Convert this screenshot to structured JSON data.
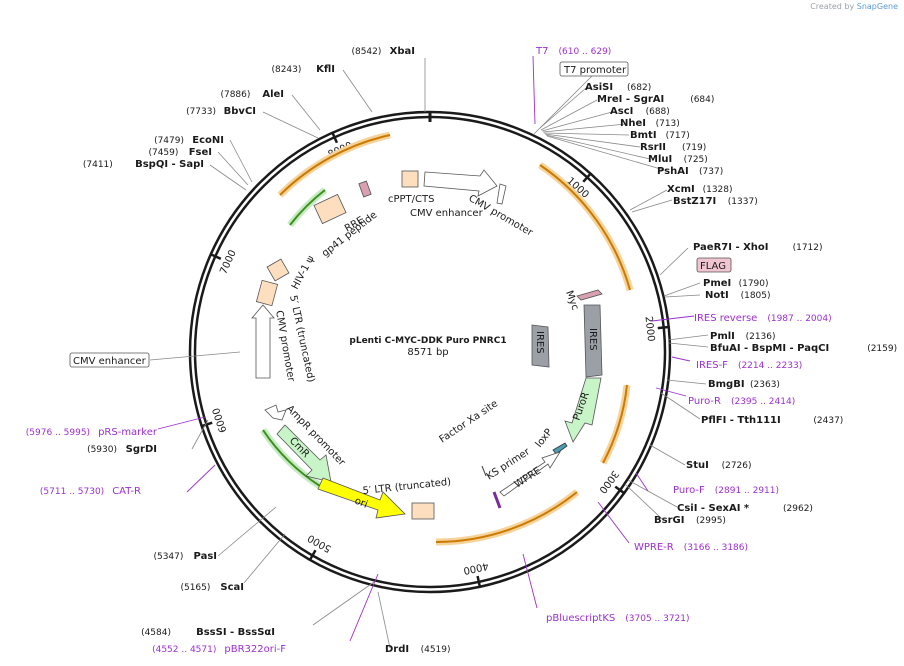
{
  "branding": {
    "created_by": "Created by",
    "product": "SnapGene"
  },
  "plasmid": {
    "name": "pLenti C-MYC-DDK Puro PNRC1",
    "length_label": "8571 bp",
    "length": 8571
  },
  "colors": {
    "primer": "#9b30d0",
    "feature_arrow": "#cc7a00",
    "feature_arrow_glow": "#f6d39a",
    "green_arrow": "#3c8f1c",
    "green_glow": "#c6eac1",
    "ampr": "#c8f5c8",
    "ori": "#ffff00",
    "ltr": "#fddfc0",
    "grey_box": "#9aa0a6",
    "flag_box": "#f0c4d0"
  },
  "ticks": [
    {
      "pos": 1000,
      "label": "1000"
    },
    {
      "pos": 2000,
      "label": "2000"
    },
    {
      "pos": 3000,
      "label": "3000"
    },
    {
      "pos": 4000,
      "label": "4000"
    },
    {
      "pos": 5000,
      "label": "5000"
    },
    {
      "pos": 6000,
      "label": "6000"
    },
    {
      "pos": 7000,
      "label": "7000"
    },
    {
      "pos": 8000,
      "label": "8000"
    }
  ],
  "enzymes": [
    {
      "name": "XbaI",
      "pos": "(8542)",
      "side": "top"
    },
    {
      "name": "KflI",
      "pos": "(8243)"
    },
    {
      "name": "AleI",
      "pos": "(7886)"
    },
    {
      "name": "BbvCI",
      "pos": "(7733)"
    },
    {
      "name": "EcoNI",
      "pos": "(7479)"
    },
    {
      "name": "FseI",
      "pos": "(7459)"
    },
    {
      "name": "BspQI  - SapI",
      "pos": "(7411)"
    },
    {
      "name": "AsiSI",
      "pos": "(682)"
    },
    {
      "name": "MreI  - SgrAI",
      "pos": "(684)"
    },
    {
      "name": "AscI",
      "pos": "(688)"
    },
    {
      "name": "NheI",
      "pos": "(713)"
    },
    {
      "name": "BmtI",
      "pos": "(717)"
    },
    {
      "name": "RsrII",
      "pos": "(719)"
    },
    {
      "name": "MluI",
      "pos": "(725)"
    },
    {
      "name": "PshAI",
      "pos": "(737)"
    },
    {
      "name": "XcmI",
      "pos": "(1328)"
    },
    {
      "name": "BstZ17I",
      "pos": "(1337)"
    },
    {
      "name": "PaeR7I  - XhoI",
      "pos": "(1712)"
    },
    {
      "name": "PmeI",
      "pos": "(1790)"
    },
    {
      "name": "NotI",
      "pos": "(1805)"
    },
    {
      "name": "PmlI",
      "pos": "(2136)"
    },
    {
      "name": "BfuAI  - BspMI  - PaqCI",
      "pos": "(2159)"
    },
    {
      "name": "BmgBI",
      "pos": "(2363)"
    },
    {
      "name": "PflFI  - Tth111I",
      "pos": "(2437)"
    },
    {
      "name": "StuI",
      "pos": "(2726)"
    },
    {
      "name": "CsiI  - SexAI *",
      "pos": "(2962)"
    },
    {
      "name": "BsrGI",
      "pos": "(2995)"
    },
    {
      "name": "SgrDI",
      "pos": "(5930)"
    },
    {
      "name": "PasI",
      "pos": "(5347)"
    },
    {
      "name": "ScaI",
      "pos": "(5165)"
    },
    {
      "name": "BssSI  - BssSαI",
      "pos": "(4584)"
    },
    {
      "name": "DrdI",
      "pos": "(4519)"
    }
  ],
  "primers": [
    {
      "name": "T7",
      "range": "(610 .. 629)"
    },
    {
      "name": "IRES reverse",
      "range": "(1987 .. 2004)"
    },
    {
      "name": "IRES-F",
      "range": "(2214 .. 2233)"
    },
    {
      "name": "Puro-R",
      "range": "(2395 .. 2414)"
    },
    {
      "name": "Puro-F",
      "range": "(2891 .. 2911)"
    },
    {
      "name": "WPRE-R",
      "range": "(3166 .. 3186)"
    },
    {
      "name": "pBluescriptKS",
      "range": "(3705 .. 3721)"
    },
    {
      "name": "pBR322ori-F",
      "range": "(4552 .. 4571)"
    },
    {
      "name": "CAT-R",
      "range": "(5711 .. 5730)"
    },
    {
      "name": "pRS-marker",
      "range": "(5976 .. 5995)"
    }
  ],
  "boxed_labels": {
    "t7_promoter": "T7 promoter",
    "flag": "FLAG",
    "cmv_enhancer_outer": "CMV enhancer"
  },
  "features": {
    "cppt": "cPPT/CTS",
    "cmv_enhancer": "CMV enhancer",
    "cmv_promoter": "CMV promoter",
    "rre": "RRE",
    "gp41": "gp41 peptide",
    "hiv_psi": "HIV-1 ψ",
    "ltr5_trunc": "5′ LTR (truncated)",
    "cmv_promoter_inner": "CMV promoter",
    "ampr_promoter": "AmpR promoter",
    "cmr": "CmR",
    "ori": "ori",
    "ltr5_trunc_bottom": "5′ LTR (truncated)",
    "myc": "Myc",
    "ires": "IRES",
    "ires_inner": "IRES",
    "puror": "PuroR",
    "loxp": "loxP",
    "wpre": "WPRE",
    "ks_primer": "KS primer",
    "factor_xa": "Factor Xa site"
  }
}
